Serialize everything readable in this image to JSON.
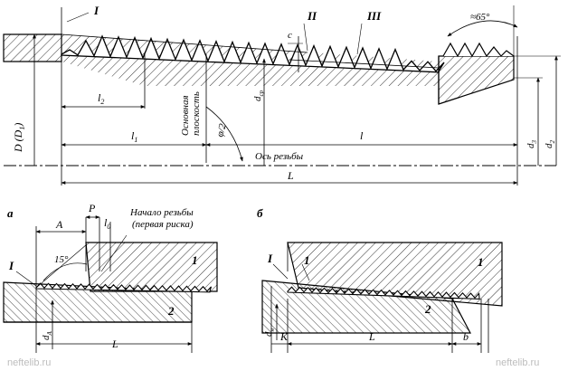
{
  "top_view": {
    "zone_I": "I",
    "zone_II": "II",
    "zone_III": "III",
    "angle": "≈65°",
    "l2": "l",
    "l2_sub": "2",
    "l1": "l",
    "l1_sub": "1",
    "l": "l",
    "L": "L",
    "D": "D (D",
    "D_sub": "1",
    "D_close": ")",
    "d_sr": "d",
    "d_sr_sub": "ср",
    "d3": "d",
    "d3_sub": "3",
    "d2": "d",
    "d2_sub": "2",
    "phi": "φ",
    "phi_sub": "/2",
    "c": "c",
    "base_plane_1": "Основная",
    "base_plane_2": "плоскость",
    "thread_axis": "Ось резьбы"
  },
  "view_a": {
    "label": "а",
    "A": "A",
    "P": "P",
    "l0": "l",
    "l0_sub": "0",
    "angle": "15°",
    "zone_I": "I",
    "part_1": "1",
    "part_2": "2",
    "dA": "d",
    "dA_sub": "A",
    "L": "L",
    "note_1": "Начало резьбы",
    "note_2": "(первая риска)"
  },
  "view_b": {
    "label": "б",
    "zone_I": "I",
    "part_1": "1",
    "part_1b": "1",
    "part_2": "2",
    "dn": "d",
    "dn_sub": "н",
    "K": "K",
    "L": "L",
    "b": "b"
  },
  "watermark": "neftelib.ru"
}
